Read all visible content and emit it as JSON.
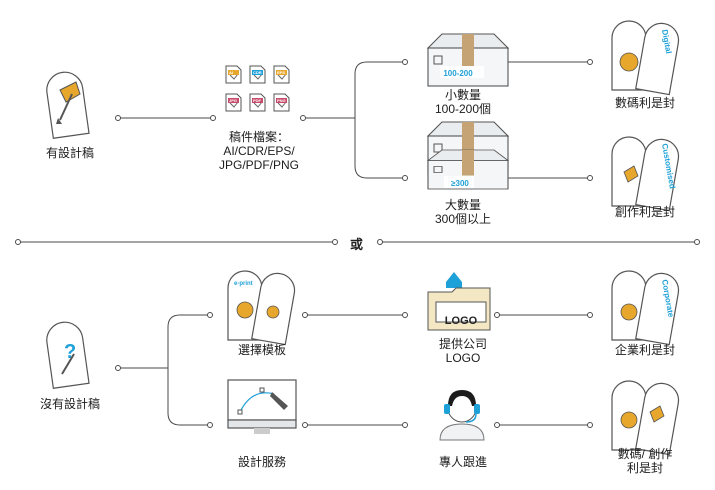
{
  "top": {
    "start": {
      "label": "有設計稿"
    },
    "files": {
      "label": "稿件檔案：\nAI/CDR/EPS/\nJPG/PDF/PNG",
      "icons": [
        "AI",
        "CDR",
        "EPS",
        "JPG",
        "PDF",
        "PNG"
      ]
    },
    "small_qty": {
      "label": "小數量\n100-200個",
      "badge": "100-200"
    },
    "large_qty": {
      "label": "大數量\n300個以上",
      "badge": "≥300"
    },
    "digital_envelope": {
      "label": "數碼利是封",
      "tag": "Digital"
    },
    "custom_envelope": {
      "label": "創作利是封",
      "tag": "Customised"
    }
  },
  "divider": {
    "label": "或"
  },
  "bottom": {
    "start": {
      "label": "沒有設計稿"
    },
    "template": {
      "label": "選擇模板",
      "tag": "e-print"
    },
    "logo": {
      "label": "提供公司\nLOGO",
      "logo_text": "LOGO"
    },
    "corporate_envelope": {
      "label": "企業利是封",
      "tag": "Corporate"
    },
    "design_service": {
      "label": "設計服務"
    },
    "follow_up": {
      "label": "專人跟進"
    },
    "digital_custom_envelope": {
      "label": "數碼/ 創作\n利是封"
    }
  },
  "colors": {
    "line": "#4a4a4a",
    "accent": "#1ea0d8",
    "gold": "#e7a62c",
    "box": "#cfd6dc",
    "tape": "#c5a374"
  }
}
